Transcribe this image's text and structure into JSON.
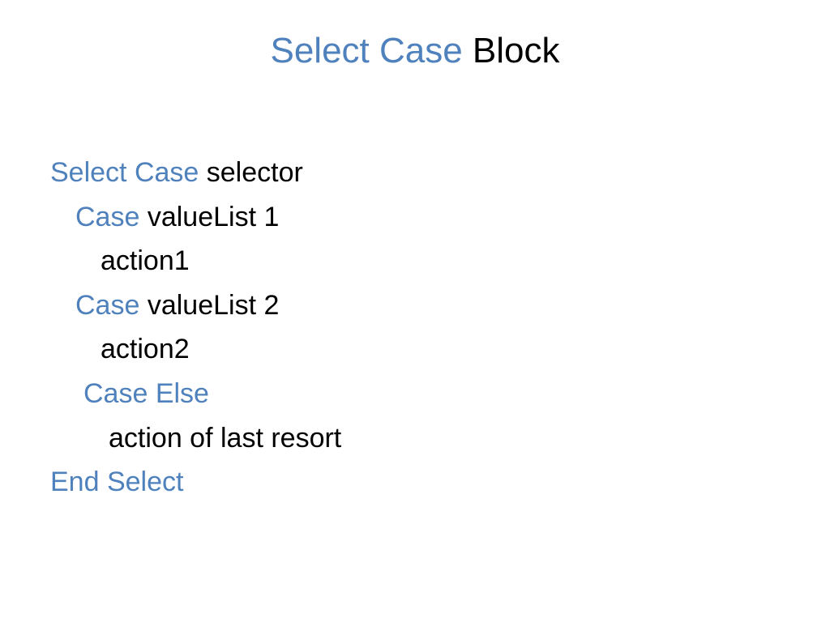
{
  "title": {
    "keyword": "Select Case",
    "rest": " Block"
  },
  "colors": {
    "keyword": "#4f81bd",
    "text": "#000000",
    "background": "#ffffff"
  },
  "code": [
    {
      "keyword": "Select Case",
      "text": " selector"
    },
    {
      "keyword": "Case",
      "text": " valueList 1"
    },
    {
      "keyword": "",
      "text": "action1"
    },
    {
      "keyword": "Case",
      "text": " valueList 2"
    },
    {
      "keyword": "",
      "text": "action2"
    },
    {
      "keyword": "Case Else",
      "text": ""
    },
    {
      "keyword": "",
      "text": "action of last resort"
    },
    {
      "keyword": "End Select",
      "text": ""
    }
  ]
}
